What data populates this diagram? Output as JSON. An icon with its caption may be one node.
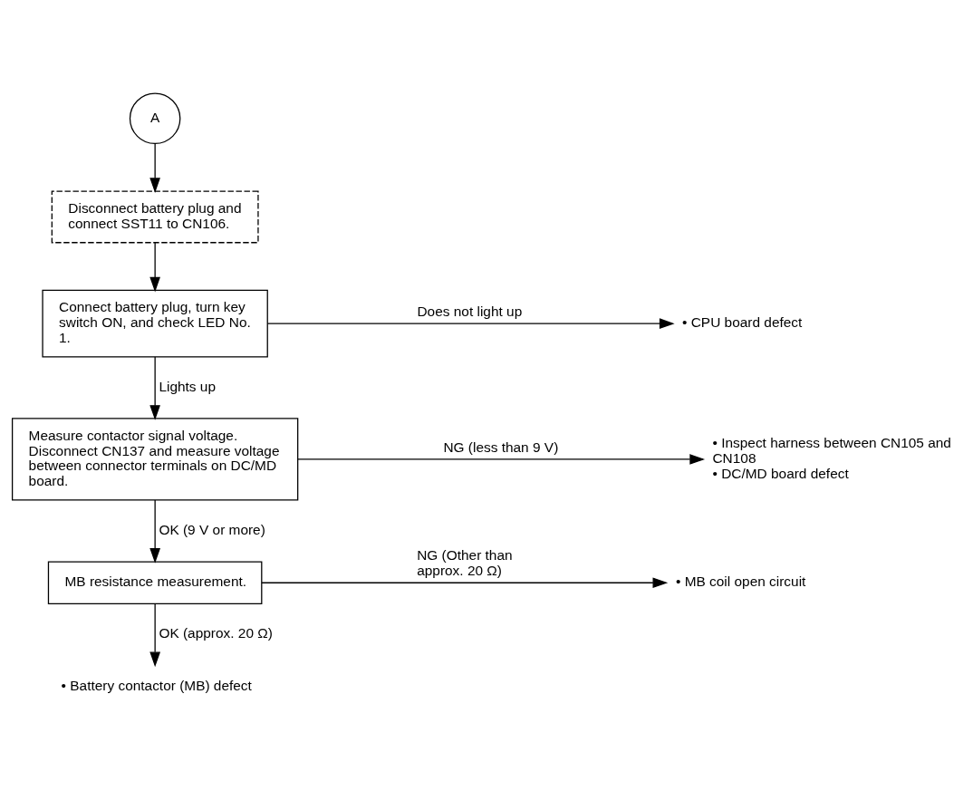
{
  "diagram": {
    "nodes": [
      {
        "text": [
          "A"
        ]
      },
      {
        "text": [
          "Disconnect battery plug and connect SST11 to CN106."
        ]
      },
      {
        "text": [
          "Connect battery plug, turn key switch ON, and check LED No. 1."
        ]
      },
      {
        "text": [
          "• CPU board defect"
        ]
      },
      {
        "text": [
          "Measure contactor signal voltage. Disconnect CN137 and measure voltage between connector terminals on DC/MD board."
        ]
      },
      {
        "text": [
          "• Inspect harness between CN105 and CN108",
          "• DC/MD board defect"
        ]
      },
      {
        "text": [
          "MB resistance measurement."
        ]
      },
      {
        "text": [
          "• MB coil open circuit"
        ]
      },
      {
        "text": [
          "• Battery contactor (MB) defect"
        ]
      }
    ],
    "edges": [
      {
        "from": 0,
        "to": 1,
        "arrow": "to"
      },
      {
        "from": 1,
        "to": 2,
        "arrow": "to"
      },
      {
        "from": 2,
        "to": 3,
        "arrow": "to",
        "label": "Does not light up"
      },
      {
        "from": 2,
        "to": 4,
        "arrow": "to",
        "label": "Lights up"
      },
      {
        "from": 4,
        "to": 5,
        "arrow": "to",
        "label": "NG (less than 9 V)"
      },
      {
        "from": 4,
        "to": 6,
        "arrow": "to",
        "label": "OK (9 V or more)"
      },
      {
        "from": 6,
        "to": 7,
        "arrow": "to",
        "label": "NG (Other than approx. 20 Ω)"
      },
      {
        "from": 6,
        "to": 8,
        "arrow": "to",
        "label": "OK (approx. 20 Ω)"
      }
    ]
  }
}
